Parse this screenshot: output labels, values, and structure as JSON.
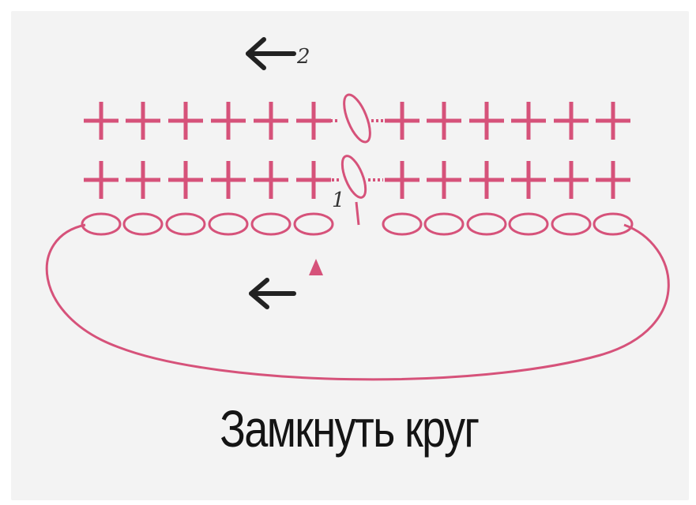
{
  "caption": "Замкнуть круг",
  "row_labels": {
    "row1": "1",
    "row2": "2"
  },
  "icons": {
    "arrow_top": "arrow-left-icon",
    "arrow_bottom": "arrow-left-icon",
    "start_marker": "triangle-up-marker-icon"
  },
  "colors": {
    "stitch": "#d6527a",
    "arrow": "#222222",
    "text": "#141414",
    "background": "#f3f3f3"
  }
}
